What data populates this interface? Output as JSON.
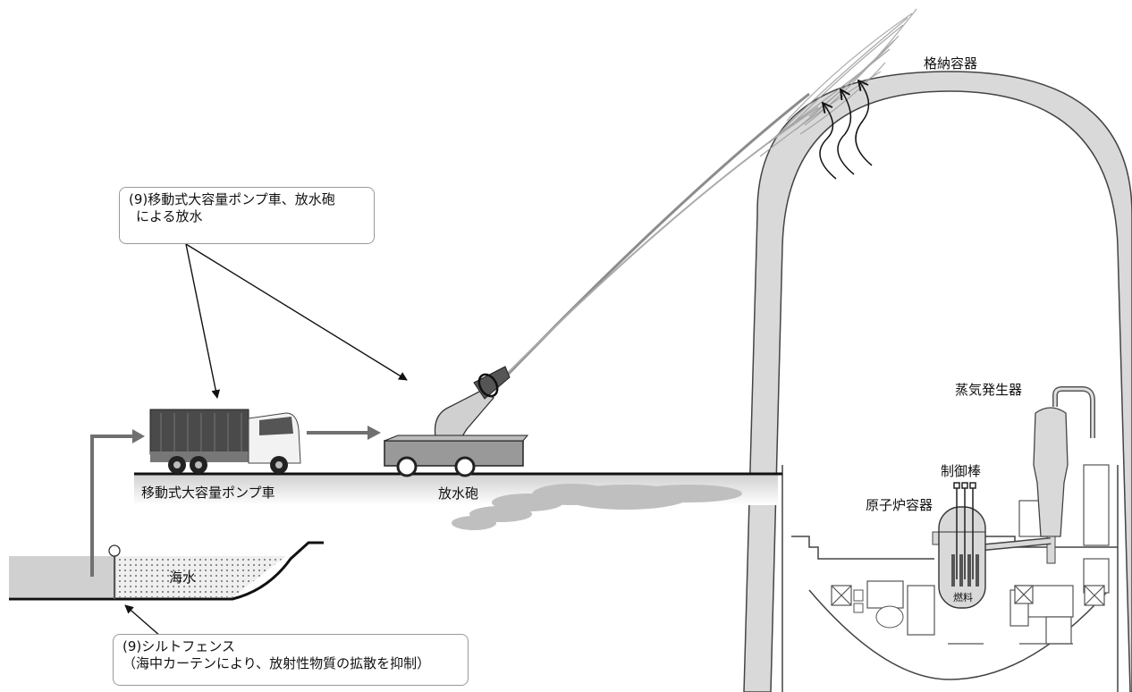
{
  "callouts": {
    "pump_water": {
      "line1": "(9)移動式大容量ポンプ車、放水砲",
      "line2": "による放水"
    },
    "silt_fence": {
      "line1": "(9)シルトフェンス",
      "line2": "（海中カーテンにより、放射性物質の拡散を抑制）"
    }
  },
  "labels": {
    "containment": "格納容器",
    "steam_generator": "蒸気発生器",
    "control_rods": "制御棒",
    "reactor_vessel": "原子炉容器",
    "fuel": "燃料",
    "pump_truck": "移動式大容量ポンプ車",
    "water_cannon": "放水砲",
    "seawater": "海水"
  },
  "colors": {
    "structure_fill": "#d9d9d9",
    "structure_stroke": "#444444",
    "arrow_gray": "#707070",
    "spray": "#8c8c8c",
    "ground": "#111111"
  }
}
